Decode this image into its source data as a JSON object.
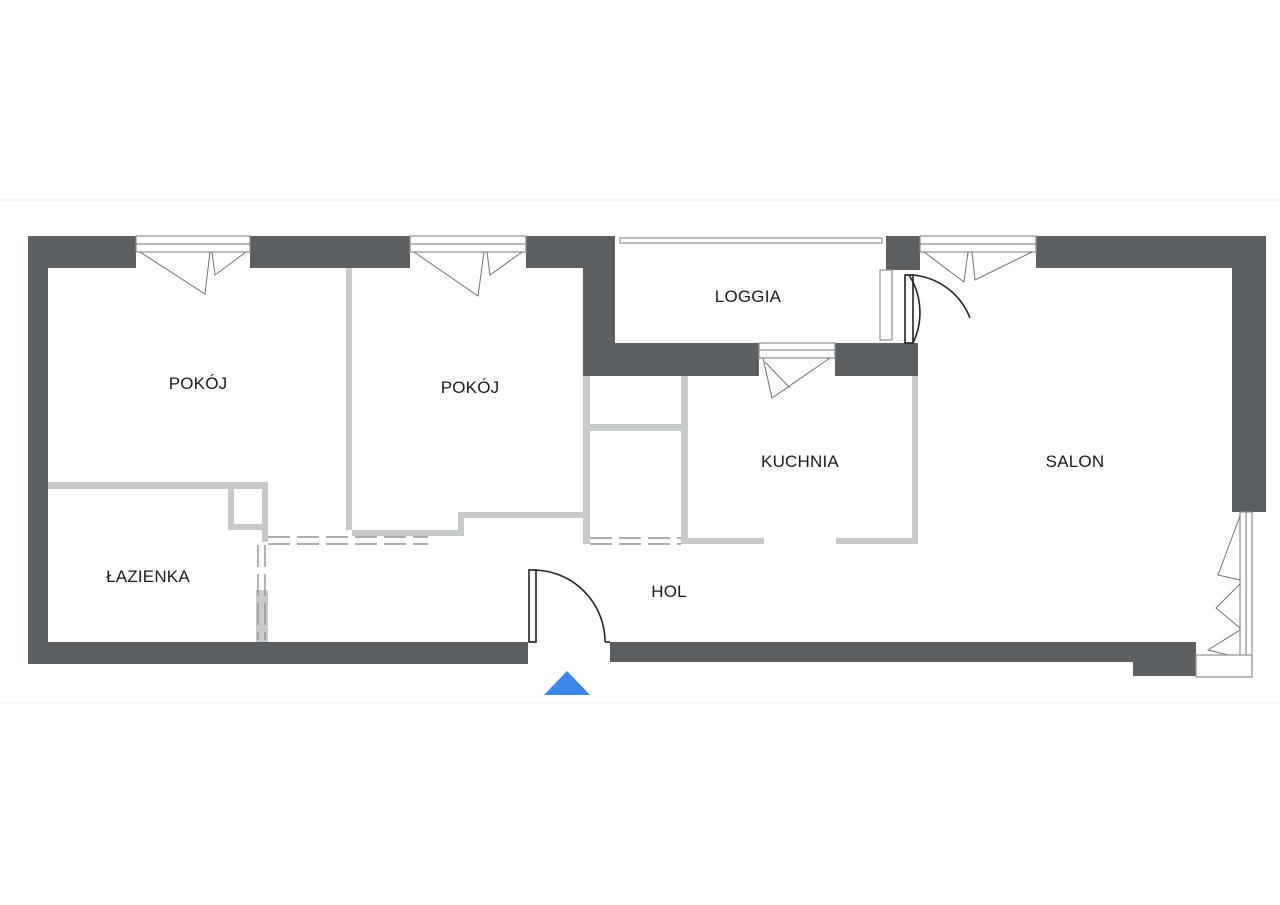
{
  "rooms": {
    "pokoj_left": "POKÓJ",
    "pokoj_middle": "POKÓJ",
    "loggia": "LOGGIA",
    "kuchnia": "KUCHNIA",
    "salon": "SALON",
    "lazienka": "ŁAZIENKA",
    "hol": "HOL"
  },
  "colors": {
    "wall": "#5b5f62",
    "partition": "#c7cacb",
    "entrance_marker": "#3a86ea"
  },
  "icons": {
    "entrance": "entrance-arrow-icon",
    "window": "window-icon",
    "door": "door-icon"
  }
}
